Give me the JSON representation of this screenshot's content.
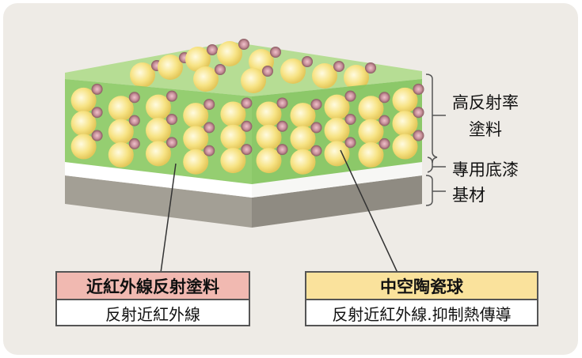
{
  "layers": {
    "coating": "高反射率",
    "coating_line2": "塗料",
    "primer": "專用底漆",
    "substrate": "基材"
  },
  "callouts": [
    {
      "title": "近紅外線反射塗料",
      "desc": "反射近紅外線",
      "color": "#f1b9b1"
    },
    {
      "title": "中空陶瓷球",
      "desc": "反射近紅外線.抑制熱傳導",
      "color": "#fae29c"
    }
  ],
  "colors": {
    "green": "#8fcc6a",
    "yellow": "#f6e07a",
    "pink": "#b47e86",
    "gray": "#9b978d",
    "background": "#eeebe6"
  }
}
